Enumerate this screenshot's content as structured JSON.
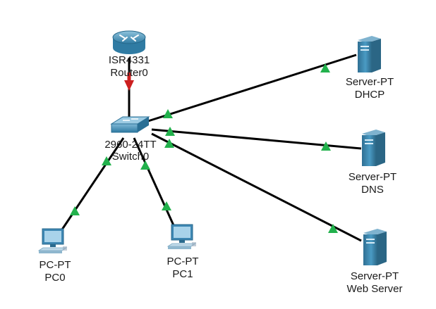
{
  "diagram": {
    "nodes": [
      {
        "id": "router",
        "kind": "router",
        "icon": "router-icon",
        "label_line1": "ISR4331",
        "label_line2": "Router0"
      },
      {
        "id": "switch",
        "kind": "switch",
        "icon": "switch-icon",
        "label_line1": "2960-24TT",
        "label_line2": "Switch0"
      },
      {
        "id": "dhcp",
        "kind": "server",
        "icon": "server-icon",
        "label_line1": "Server-PT",
        "label_line2": "DHCP"
      },
      {
        "id": "dns",
        "kind": "server",
        "icon": "server-icon",
        "label_line1": "Server-PT",
        "label_line2": "DNS"
      },
      {
        "id": "web",
        "kind": "server",
        "icon": "server-icon",
        "label_line1": "Server-PT",
        "label_line2": "Web Server"
      },
      {
        "id": "pc0",
        "kind": "pc",
        "icon": "desktop-pc-icon",
        "label_line1": "PC-PT",
        "label_line2": "PC0"
      },
      {
        "id": "pc1",
        "kind": "pc",
        "icon": "desktop-pc-icon",
        "label_line1": "PC-PT",
        "label_line2": "PC1"
      }
    ],
    "links": [
      {
        "from": "router",
        "to": "switch",
        "status": "down"
      },
      {
        "from": "switch",
        "to": "dhcp",
        "status": "up"
      },
      {
        "from": "switch",
        "to": "dns",
        "status": "up"
      },
      {
        "from": "switch",
        "to": "web",
        "status": "up"
      },
      {
        "from": "switch",
        "to": "pc0",
        "status": "up"
      },
      {
        "from": "switch",
        "to": "pc1",
        "status": "up"
      }
    ],
    "colors": {
      "link": "#000000",
      "status_up": "#22b14c",
      "status_down": "#cc1f1f",
      "device_blue": "#3d87b3"
    }
  }
}
